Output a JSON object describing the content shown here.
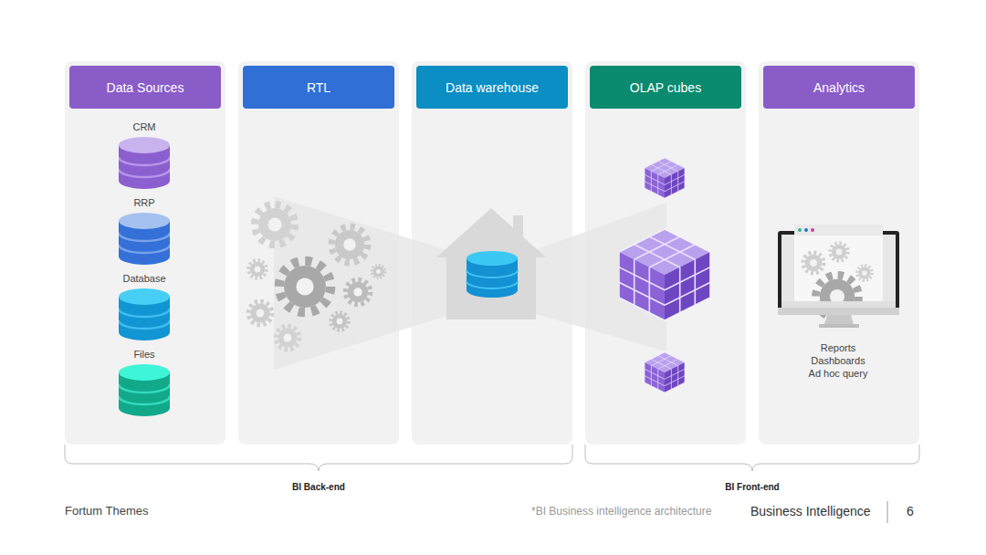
{
  "diagram": {
    "nodes": [
      {
        "text": [
          "Data Sources"
        ]
      },
      {
        "text": [
          "CRM"
        ]
      },
      {
        "text": [
          "RRP"
        ]
      },
      {
        "text": [
          "Database"
        ]
      },
      {
        "text": [
          "Files"
        ]
      },
      {
        "text": [
          "RTL"
        ]
      },
      {
        "text": [
          "Data warehouse"
        ]
      },
      {
        "text": [
          "OLAP cubes"
        ]
      },
      {
        "text": [
          "Analytics"
        ]
      },
      {
        "text": [
          "Reports Dashboards Ad hoc query"
        ]
      }
    ],
    "labels": [
      "BI Back-end",
      "BI Front-end",
      "Fortum Themes",
      "*BI Business intelligence architecture",
      "Business Intelligence",
      "6"
    ]
  }
}
